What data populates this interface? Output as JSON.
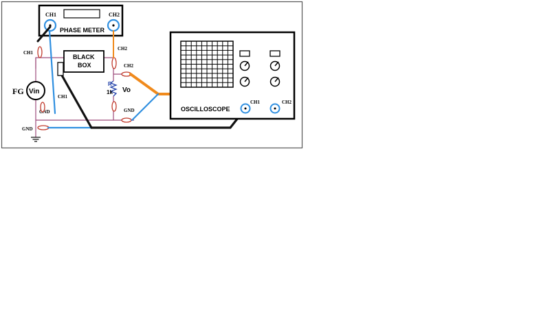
{
  "labels": {
    "phase_meter": "PHASE METER",
    "phase_meter_ch1": "CH1",
    "phase_meter_ch2": "CH2",
    "black_box_line1": "BLACK",
    "black_box_line2": "BOX",
    "fg": "FG",
    "vin": "Vin",
    "left_ch1": "CH1",
    "right_ch2": "CH2",
    "middle_ch1": "CH1",
    "left_gnd": "GND",
    "resistor_r": "R",
    "resistor_value": "1k",
    "vo": "Vo",
    "probe_ch2": "CH2",
    "probe_gnd": "GND",
    "ground_gnd": "GND",
    "oscilloscope": "OSCILLOSCOPE",
    "scope_ch1": "CH1",
    "scope_ch2": "CH2"
  },
  "colors": {
    "orange_wire": "#f08a1c",
    "blue_wire": "#2f8fe0",
    "black_wire": "#111111",
    "circuit_wire": "#9c4a7a",
    "connector": "#c0392b",
    "label_blue": "#1f3fa8"
  }
}
